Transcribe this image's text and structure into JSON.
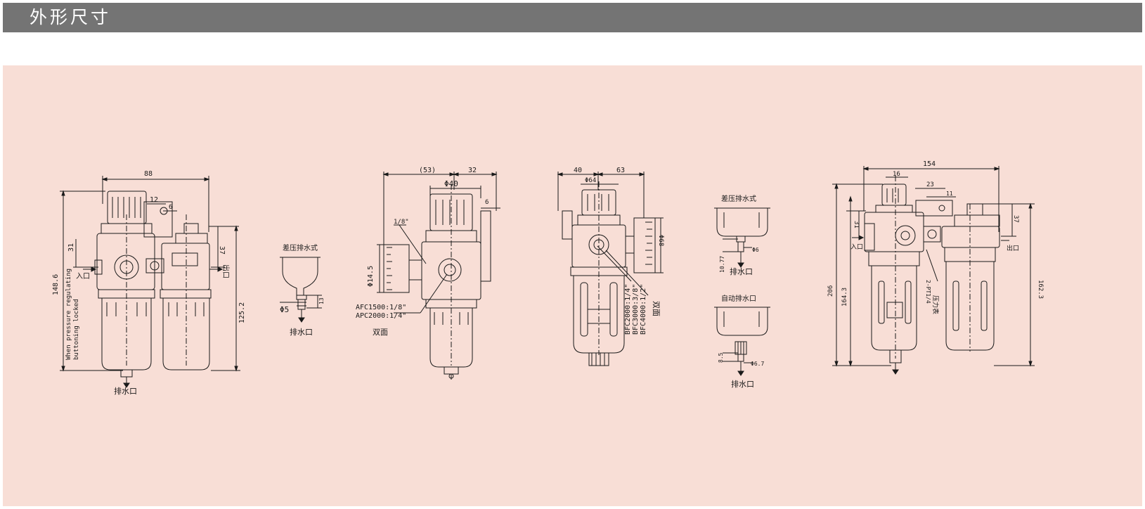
{
  "header": {
    "title": "外形尺寸",
    "background": "#747474"
  },
  "panel": {
    "background": "#f8ded6"
  },
  "drawings": {
    "frl_pair": {
      "dim_width": "88",
      "dim_12": "12",
      "dim_6": "6",
      "dim_31": "31",
      "dim_37": "37",
      "dim_148": "148.6",
      "dim_125": "125.2",
      "note_line1": "When pressure regulating",
      "note_line2": "buttoning locked",
      "inlet": "入口",
      "outlet": "出口",
      "drain": "排水口"
    },
    "diff_drain_small": {
      "title": "差压排水式",
      "dim_phi5": "Φ5",
      "dim_13": "13",
      "drain": "排水口"
    },
    "regulator": {
      "dim_53": "(53)",
      "dim_32": "32",
      "dim_phi40": "Φ40",
      "dim_6": "6",
      "dim_1_8": "1/8\"",
      "dim_phi14": "Φ14.5",
      "spec1": "AFC1500:1/8\"",
      "spec2": "APC2000:1/4\"",
      "double_face": "双面"
    },
    "filter_regulator": {
      "dim_40": "40",
      "dim_63": "63",
      "dim_phi64": "Φ64",
      "dim_phi68": "Φ68",
      "spec1": "BFC2000:1/4\"",
      "spec2": "BFC3000:3/8\"",
      "spec3": "BFC4000:1/2\"",
      "double_face": "双面"
    },
    "drain_options": {
      "diff_title": "差压排水式",
      "dim_10": "10.77",
      "dim_phi6": "Φ6",
      "diff_drain": "排水口",
      "auto_title": "自动排水口",
      "dim_8": "8.5",
      "dim_phi6_7": "Φ6.7",
      "auto_drain": "排水口"
    },
    "frl_triple": {
      "dim_154": "154",
      "dim_16": "16",
      "dim_23": "23",
      "dim_11": "11",
      "dim_31": "31",
      "dim_37": "37",
      "dim_206": "206",
      "dim_164": "164.3",
      "dim_162": "162.3",
      "port": "2-PT1/4",
      "gauge": "压力表",
      "inlet": "入口",
      "outlet": "出口"
    }
  }
}
